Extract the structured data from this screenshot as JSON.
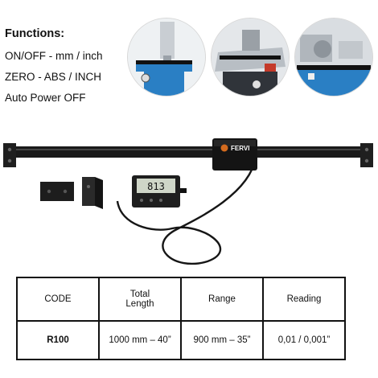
{
  "functions": {
    "title": "Functions:",
    "lines": [
      "ON/OFF - mm / inch",
      "ZERO - ABS / INCH",
      "Auto Power OFF"
    ]
  },
  "product": {
    "brand": "FERVI",
    "display_reading": "813"
  },
  "icons": {
    "photo_1": "milling-machine-photo",
    "photo_2": "table-saw-photo",
    "photo_3": "lathe-photo"
  },
  "table": {
    "headers": [
      "CODE",
      "Total\nLength",
      "Range",
      "Reading"
    ],
    "row": [
      "R100",
      "1000 mm – 40”",
      "900 mm – 35”",
      "0,01 / 0,001”"
    ]
  },
  "colors": {
    "machine_blue": "#2a7fc4",
    "text": "#111111",
    "scale_black": "#1a1a1a"
  }
}
